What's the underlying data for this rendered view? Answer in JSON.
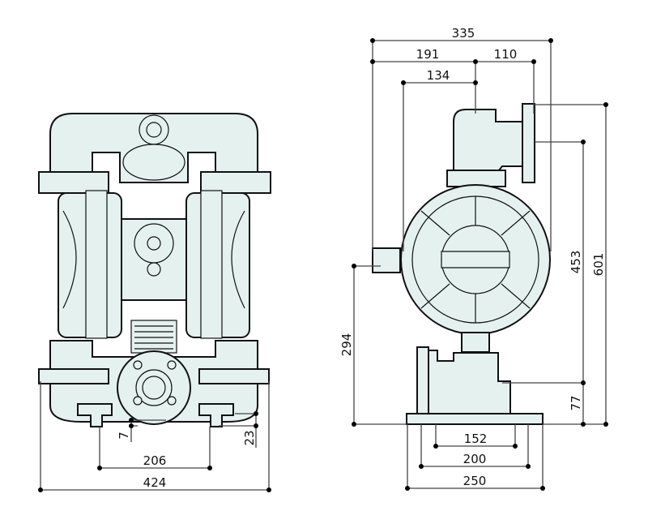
{
  "front_view": {
    "dimensions": {
      "overall_width": "424",
      "foot_spacing": "206",
      "foot_height": "23",
      "foot_offset": "7"
    }
  },
  "side_view": {
    "dimensions": {
      "overall_depth": "335",
      "rear_to_center": "191",
      "center_to_flange": "110",
      "valve_to_center": "134",
      "overall_height": "601",
      "outlet_height": "453",
      "inlet_height": "77",
      "air_inlet_height": "294",
      "base_hole_spacing_inner": "152",
      "base_hole_spacing": "200",
      "base_width": "250"
    }
  },
  "colors": {
    "body_fill": "#e4f1ef",
    "line": "#111111"
  }
}
